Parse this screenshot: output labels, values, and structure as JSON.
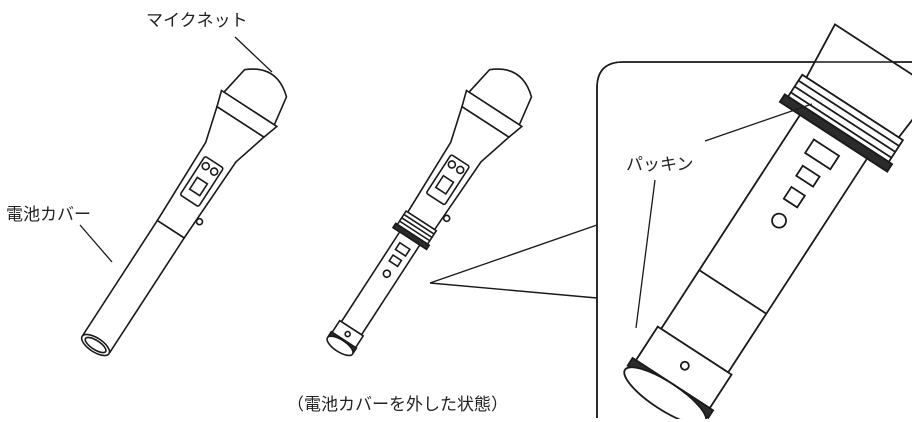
{
  "labels": {
    "mic_net": "マイクネット",
    "battery_cover": "電池カバー",
    "gasket": "パッキン",
    "caption": "（電池カバーを外した状態）"
  },
  "colors": {
    "line": "#1a1a1a",
    "fill": "#ffffff",
    "ring": "#2b2b2b"
  }
}
